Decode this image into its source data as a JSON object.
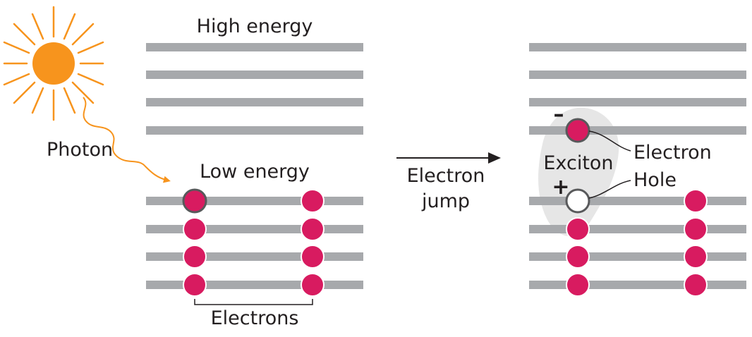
{
  "labels": {
    "high_energy": "High energy",
    "low_energy": "Low energy",
    "photon": "Photon",
    "electrons": "Electrons",
    "jump_line1": "Electron",
    "jump_line2": "jump",
    "exciton": "Exciton",
    "electron": "Electron",
    "hole": "Hole",
    "minus": "–",
    "plus": "+"
  },
  "colors": {
    "level": "#a7a9ac",
    "electron": "#d81b60",
    "sun": "#f7941d",
    "exciton_cloud": "#e6e6e6",
    "text": "#231f20"
  },
  "icons": {
    "sun": "sun-icon",
    "photon": "photon-wave-icon",
    "arrow": "arrow-right-icon"
  }
}
